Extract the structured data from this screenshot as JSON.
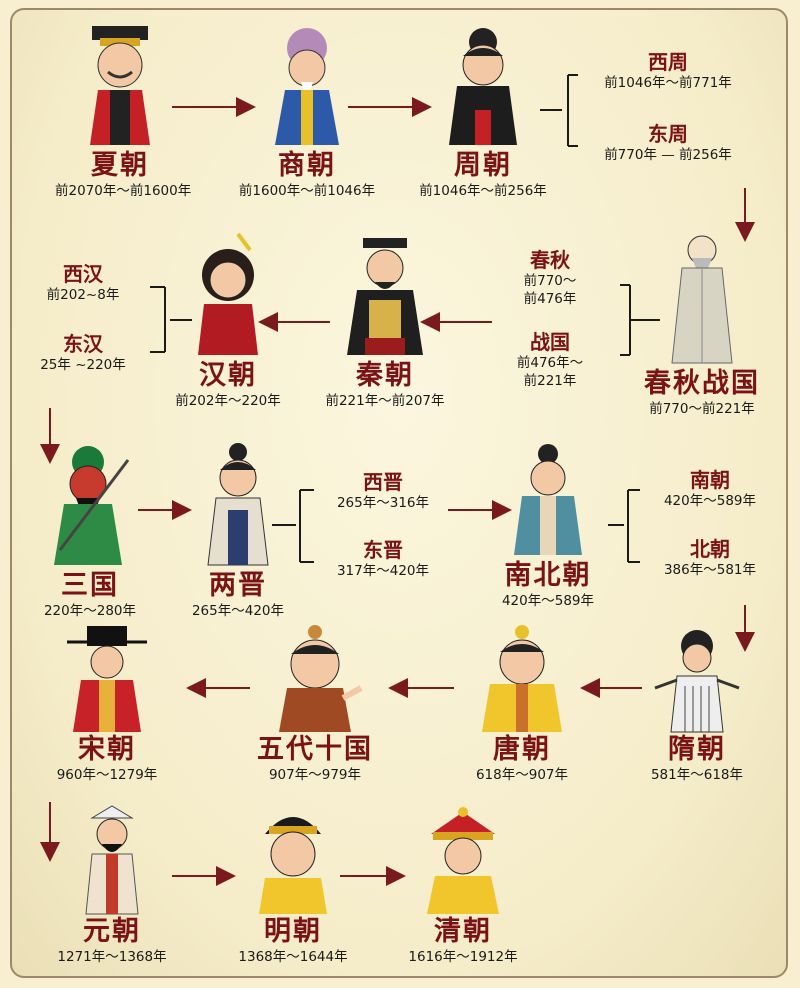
{
  "dynasties": {
    "xia": {
      "name": "夏朝",
      "range": "前2070年～前1600年"
    },
    "shang": {
      "name": "商朝",
      "range": "前1600年～前1046年"
    },
    "zhou": {
      "name": "周朝",
      "range": "前1046年～前256年"
    },
    "chunqiu_zhanguo": {
      "name": "春秋战国",
      "range": "前770～前221年"
    },
    "qin": {
      "name": "秦朝",
      "range": "前221年～前207年"
    },
    "han": {
      "name": "汉朝",
      "range": "前202年～220年"
    },
    "sanguo": {
      "name": "三国",
      "range": "220年～280年"
    },
    "jin": {
      "name": "两晋",
      "range": "265年～420年"
    },
    "nanbei": {
      "name": "南北朝",
      "range": "420年～589年"
    },
    "sui": {
      "name": "隋朝",
      "range": "581年～618年"
    },
    "tang": {
      "name": "唐朝",
      "range": "618年～907年"
    },
    "wudai": {
      "name": "五代十国",
      "range": "907年～979年"
    },
    "song": {
      "name": "宋朝",
      "range": "960年～1279年"
    },
    "yuan": {
      "name": "元朝",
      "range": "1271年～1368年"
    },
    "ming": {
      "name": "明朝",
      "range": "1368年～1644年"
    },
    "qing": {
      "name": "清朝",
      "range": "1616年～1912年"
    }
  },
  "subperiods": {
    "xizhou": {
      "name": "西周",
      "range": "前1046年～前771年"
    },
    "dongzhou": {
      "name": "东周",
      "range": "前770年 — 前256年"
    },
    "chunqiu": {
      "name": "春秋",
      "range1": "前770～",
      "range2": "前476年"
    },
    "zhanguo": {
      "name": "战国",
      "range1": "前476年～",
      "range2": "前221年"
    },
    "xihan": {
      "name": "西汉",
      "range": "前202~8年"
    },
    "donghan": {
      "name": "东汉",
      "range": "25年 ~220年"
    },
    "xijin": {
      "name": "西晋",
      "range": "265年～316年"
    },
    "dongjin": {
      "name": "东晋",
      "range": "317年～420年"
    },
    "nanchao": {
      "name": "南朝",
      "range": "420年～589年"
    },
    "beichao": {
      "name": "北朝",
      "range": "386年～581年"
    }
  },
  "colors": {
    "title_red": "#7a1216",
    "arrow": "#7a1a1e",
    "bracket": "#1a1a1a"
  },
  "icons": [
    "emperor-figure-icon",
    "scholar-figure-icon",
    "lady-figure-icon",
    "warrior-figure-icon",
    "official-figure-icon",
    "qing-emperor-figure-icon"
  ]
}
